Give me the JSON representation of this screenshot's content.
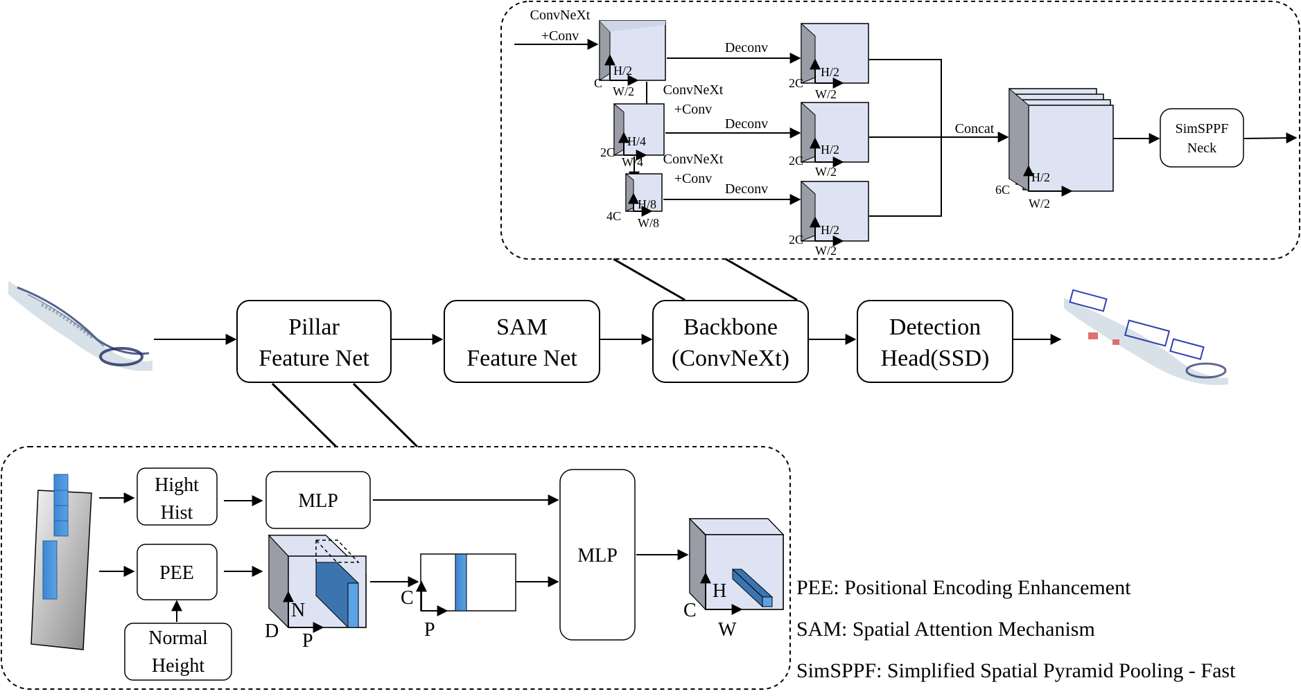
{
  "main_pipeline": {
    "pillar": [
      "Pillar",
      "Feature Net"
    ],
    "sam": [
      "SAM",
      "Feature Net"
    ],
    "backbone": [
      "Backbone",
      "(ConvNeXt)"
    ],
    "detection": [
      "Detection",
      "Head(SSD)"
    ]
  },
  "backbone_detail": {
    "input_label": [
      "ConvNeXt",
      "+Conv"
    ],
    "stage1": {
      "h": "H/2",
      "c": "C",
      "w": "W/2"
    },
    "stage2": {
      "h": "H/4",
      "c": "2C",
      "w": "W/4"
    },
    "stage3": {
      "h": "H/8",
      "c": "4C",
      "w": "W/8"
    },
    "down_label_1": [
      "ConvNeXt",
      "+Conv"
    ],
    "down_label_2": [
      "ConvNeXt",
      "+Conv"
    ],
    "deconv_label": "Deconv",
    "up_block": {
      "h": "H/2",
      "c": "2C",
      "w": "W/2"
    },
    "concat_label": "Concat",
    "concat_block": {
      "h": "H/2",
      "c": "6C",
      "w": "W/2"
    },
    "neck": [
      "SimSPPF",
      "Neck"
    ]
  },
  "pillar_detail": {
    "hight_hist": [
      "Hight",
      "Hist"
    ],
    "mlp_top": "MLP",
    "pee": "PEE",
    "normal_height": [
      "Normal",
      "Height"
    ],
    "mlp_big": "MLP",
    "tensor1": {
      "d": "D",
      "n": "N",
      "p": "P"
    },
    "tensor2": {
      "c": "C",
      "p": "P"
    },
    "output": {
      "h": "H",
      "c": "C",
      "w": "W"
    }
  },
  "legend": [
    "PEE:  Positional Encoding Enhancement",
    "SAM: Spatial Attention Mechanism",
    "SimSPPF: Simplified Spatial Pyramid Pooling - Fast"
  ],
  "colors": {
    "block_fill": "#dde3f3",
    "block_side": "#9a9da6",
    "accent_blue": "#4a8fd0",
    "accent_dark_blue": "#3c74b0"
  }
}
